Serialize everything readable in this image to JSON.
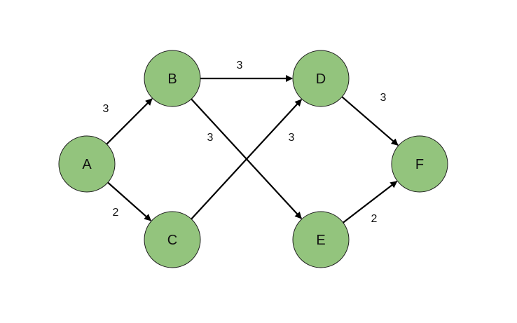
{
  "colors": {
    "node_fill": "#93c47d",
    "node_stroke": "#1f1f1f",
    "edge": "#000000",
    "text": "#111111",
    "background": "#ffffff"
  },
  "nodes": [
    {
      "id": "A",
      "label": "A"
    },
    {
      "id": "B",
      "label": "B"
    },
    {
      "id": "C",
      "label": "C"
    },
    {
      "id": "D",
      "label": "D"
    },
    {
      "id": "E",
      "label": "E"
    },
    {
      "id": "F",
      "label": "F"
    }
  ],
  "edges": [
    {
      "from": "A",
      "to": "B",
      "weight": "3"
    },
    {
      "from": "A",
      "to": "C",
      "weight": "2"
    },
    {
      "from": "B",
      "to": "D",
      "weight": "3"
    },
    {
      "from": "B",
      "to": "E",
      "weight": "3"
    },
    {
      "from": "C",
      "to": "D",
      "weight": "3"
    },
    {
      "from": "D",
      "to": "F",
      "weight": "3"
    },
    {
      "from": "E",
      "to": "F",
      "weight": "2"
    }
  ]
}
